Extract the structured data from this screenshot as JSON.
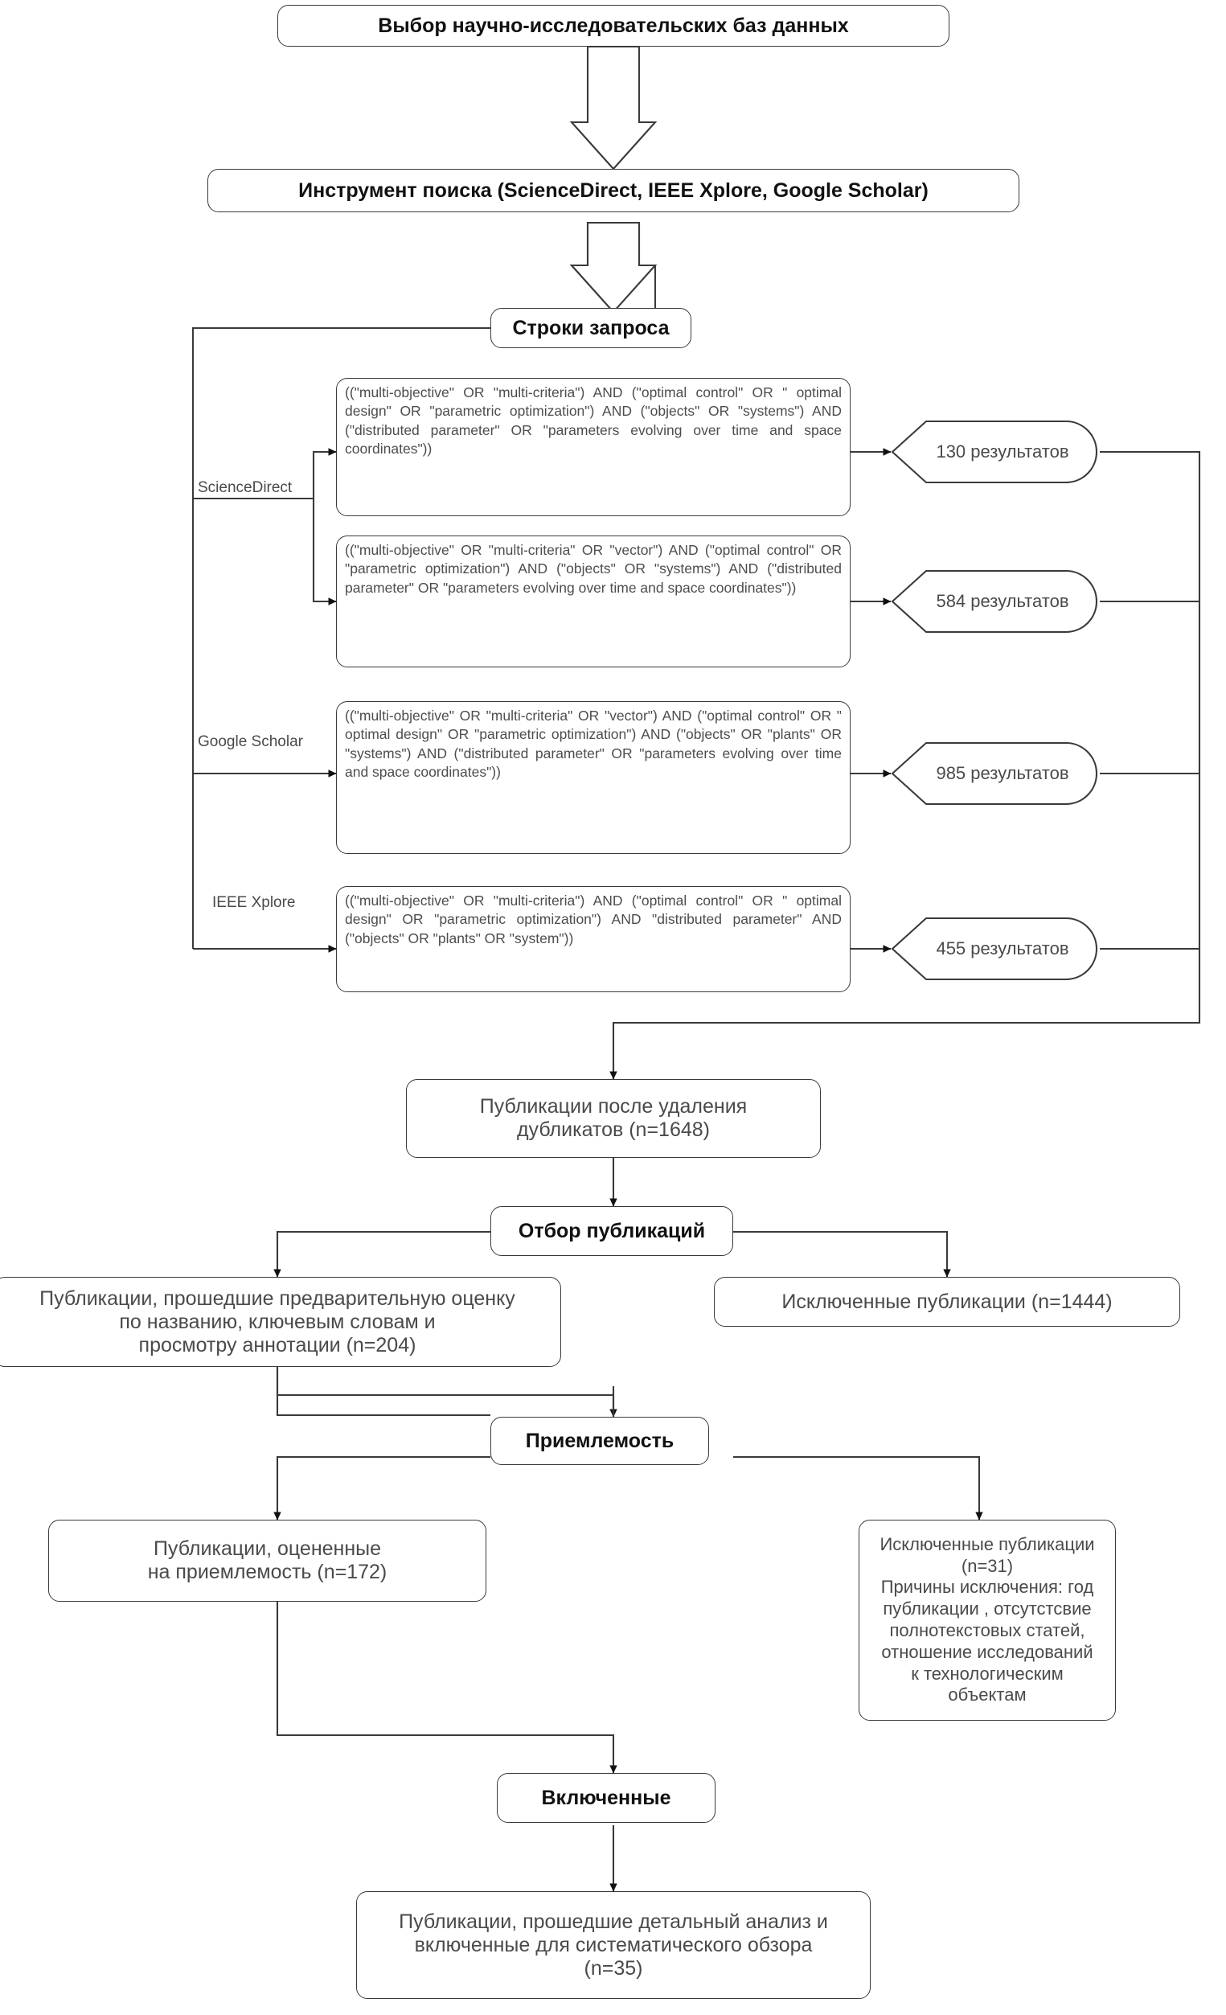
{
  "diagram": {
    "title": "Блок-схема отбора публикаций",
    "type": "flowchart",
    "language": "ru",
    "colors": {
      "stroke": "#3a3a3a",
      "text": "#4a4a4a",
      "bold_text": "#111111",
      "background": "#ffffff"
    }
  },
  "nodes": {
    "databases_selection": "Выбор научно-исследовательских баз данных",
    "search_tool": "Инструмент поиска (ScienceDirect, IEEE Xplore, Google Scholar)",
    "query_strings": "Строки запроса",
    "after_duplicates": "Публикации после удаления\nдубликатов  (n=1648)",
    "selection": "Отбор публикаций",
    "prescreened": "Публикации, прошедшие предварительную оценку\nпо названию, ключевым словам и\nпросмотру аннотации (n=204)",
    "excluded_screening": "Исключенные публикации (n=1444)",
    "eligibility": "Приемлемость",
    "assessed": "Публикации, оцененные\nна приемлемость   (n=172)",
    "excluded_eligibility": "Исключенные публикации\n(n=31)\nПричины исключения: год\nпубликации , отсутстсвие\nполнотекстовых статей,\nотношение исследований\nк технологическим\nобъектам",
    "included": "Включенные",
    "final": "Публикации, прошедшие детальный анализ и\nвключенные для систематического обзора\n(n=35)"
  },
  "database_labels": {
    "sciencedirect": "ScienceDirect",
    "google_scholar": "Google Scholar",
    "ieee_xplore": "IEEE Xplore"
  },
  "queries": [
    {
      "id": "q1",
      "database": "ScienceDirect",
      "text": "((\"multi-objective\" OR \"multi-criteria\") AND (\"optimal control\" OR \" optimal design\" OR \"parametric optimization\") AND (\"objects\" OR \"systems\") AND (\"distributed parameter\" OR \"parameters evolving over time and space coordinates\"))",
      "result": "130 результатов",
      "result_count": 130
    },
    {
      "id": "q2",
      "database": "ScienceDirect",
      "text": "((\"multi-objective\" OR \"multi-criteria\" OR \"vector\") AND (\"optimal control\" OR \"parametric optimization\") AND (\"objects\" OR \"systems\") AND (\"distributed parameter\" OR \"parameters evolving over time and space coordinates\"))",
      "result": "584 результатов",
      "result_count": 584
    },
    {
      "id": "q3",
      "database": "Google Scholar",
      "text": "((\"multi-objective\" OR \"multi-criteria\" OR \"vector\") AND (\"optimal control\" OR \" optimal design\" OR \"parametric optimization\") AND (\"objects\" OR \"plants\" OR \"systems\") AND (\"distributed parameter\" OR \"parameters evolving over time and space coordinates\"))",
      "result": "985 результатов",
      "result_count": 985
    },
    {
      "id": "q4",
      "database": "IEEE Xplore",
      "text": "((\"multi-objective\" OR \"multi-criteria\") AND (\"optimal control\" OR \" optimal design\" OR \"parametric optimization\") AND \"distributed parameter\" AND (\"objects\" OR \"plants\" OR \"system\"))",
      "result": "455 результатов",
      "result_count": 455
    }
  ],
  "counts": {
    "after_duplicates": 1648,
    "prescreened": 204,
    "excluded_screening": 1444,
    "assessed": 172,
    "excluded_eligibility": 31,
    "final_included": 35
  }
}
